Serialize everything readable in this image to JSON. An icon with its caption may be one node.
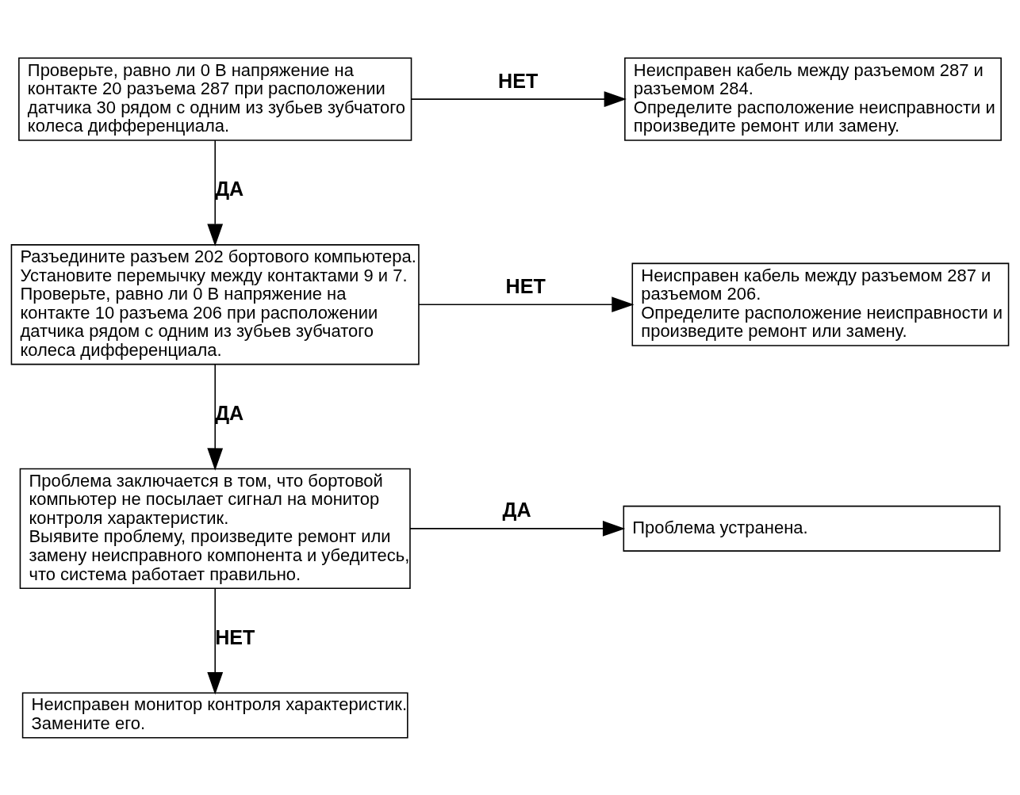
{
  "diagram": {
    "nodes": [
      {
        "text": [
          "Проверьте, равно ли 0 В напряжение на контакте 20 разъема 287 при расположении датчика 30 рядом с одним из зубьев зубчатого колеса дифференциала."
        ]
      },
      {
        "text": [
          "Неисправен кабель между разъемом 287 и разъемом 284.",
          "Определите расположение неисправности и произведите ремонт или замену."
        ]
      },
      {
        "text": [
          "Разъедините разъем 202 бортового компьютера.",
          "Установите перемычку между контактами 9 и 7.",
          "Проверьте, равно ли 0 В напряжение на контакте 10 разъема 206 при расположении датчика рядом с одним из зубьев зубчатого колеса дифференциала."
        ]
      },
      {
        "text": [
          "Неисправен кабель между разъемом 287 и разъемом 206.",
          "Определите расположение неисправности и произведите ремонт или замену."
        ]
      },
      {
        "text": [
          "Проблема заключается в том, что бортовой компьютер не посылает сигнал на монитор контроля характеристик.",
          "Выявите проблему, произведите ремонт или замену неисправного компонента и убедитесь, что система работает правильно."
        ]
      },
      {
        "text": [
          "Проблема устранена."
        ]
      },
      {
        "text": [
          "Неисправен монитор контроля характеристик. Замените его."
        ]
      }
    ],
    "edges": [
      {
        "from": 0,
        "to": 1,
        "arrow": "to",
        "label": "НЕТ"
      },
      {
        "from": 0,
        "to": 2,
        "arrow": "to",
        "label": "ДА"
      },
      {
        "from": 2,
        "to": 3,
        "arrow": "to",
        "label": "НЕТ"
      },
      {
        "from": 2,
        "to": 4,
        "arrow": "to",
        "label": "ДА"
      },
      {
        "from": 4,
        "to": 5,
        "arrow": "to",
        "label": "ДА"
      },
      {
        "from": 4,
        "to": 6,
        "arrow": "to",
        "label": "НЕТ"
      }
    ]
  }
}
